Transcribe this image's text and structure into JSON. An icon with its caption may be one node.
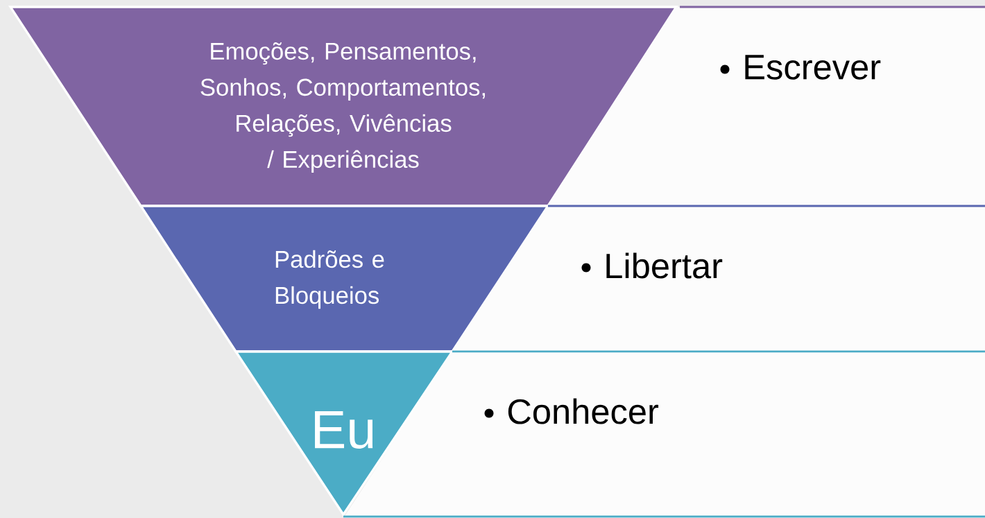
{
  "diagram": {
    "nodes": [
      {
        "text": [
          "Emoções, Pensamentos, Sonhos, Comportamentos, Relações, Vivências / Experiências"
        ]
      },
      {
        "text": [
          "Escrever"
        ]
      },
      {
        "text": [
          "Padrões e Bloqueios"
        ]
      },
      {
        "text": [
          "Libertar"
        ]
      },
      {
        "text": [
          "Eu"
        ]
      },
      {
        "text": [
          "Conhecer"
        ]
      }
    ]
  }
}
